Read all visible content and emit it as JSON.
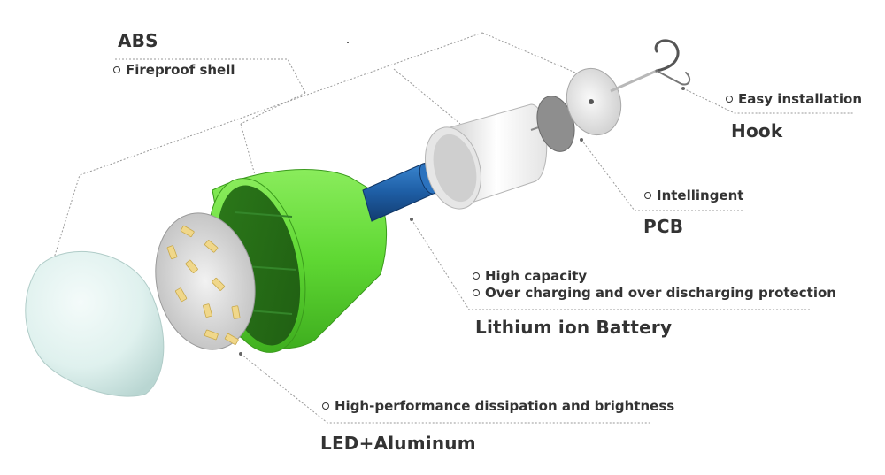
{
  "components": {
    "abs": {
      "title": "ABS",
      "features": [
        "Fireproof shell"
      ]
    },
    "hook": {
      "title": "Hook",
      "features": [
        "Easy installation"
      ]
    },
    "pcb": {
      "title": "PCB",
      "features": [
        "Intellingent"
      ]
    },
    "battery": {
      "title": "Lithium ion Battery",
      "features": [
        "High capacity",
        "Over charging and over discharging protection"
      ]
    },
    "led": {
      "title": "LED+Aluminum",
      "features": [
        "High-performance dissipation and brightness"
      ]
    }
  },
  "colors": {
    "shell_green": "#66dd3a",
    "battery_blue": "#1e5ea5",
    "dome": "#e3f3f1",
    "text": "#333333",
    "leader_line": "#9a9a9a"
  }
}
